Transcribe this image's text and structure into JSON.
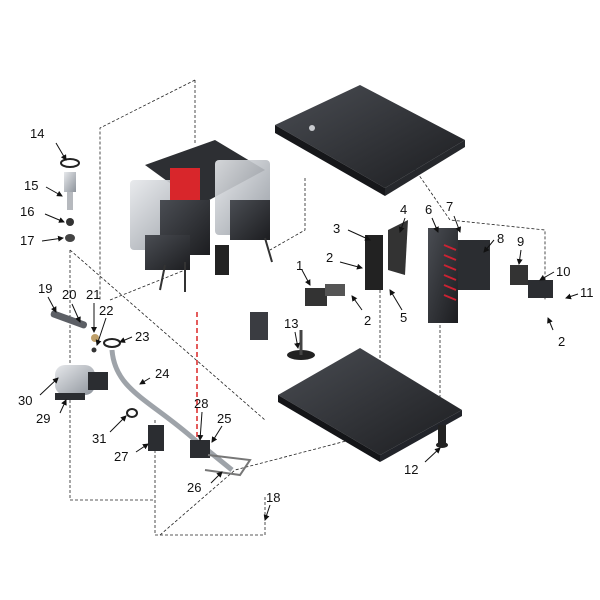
{
  "diagram": {
    "callouts": [
      "1",
      "2",
      "3",
      "4",
      "5",
      "6",
      "7",
      "8",
      "9",
      "10",
      "11",
      "12",
      "13",
      "14",
      "15",
      "16",
      "17",
      "18",
      "19",
      "20",
      "21",
      "22",
      "23",
      "24",
      "25",
      "26",
      "27",
      "28",
      "29",
      "30",
      "31"
    ],
    "colors": {
      "ink": "#111111",
      "metal": "#9a9fa6",
      "dark": "#2b2d31",
      "accent": "#d8262b"
    }
  }
}
